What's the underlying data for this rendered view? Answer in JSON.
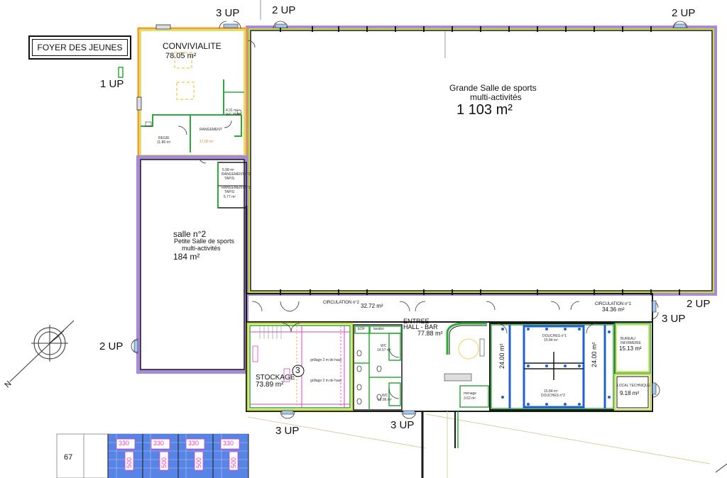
{
  "title_box": "FOYER DES JEUNES",
  "rooms": {
    "convivialite": {
      "name": "CONVIVIALITE",
      "area": "78.05 m²"
    },
    "grande_salle": {
      "name_line1": "Grande Salle de sports",
      "name_line2": "multi-activités",
      "area": "1 103 m²"
    },
    "salle2": {
      "name": "salle n°2",
      "line2": "Petite Salle de sports",
      "line3": "multi-activités",
      "area": "184 m²"
    },
    "circulation2": {
      "name": "CIRCULATION n°2",
      "area": "32.72 m²"
    },
    "circulation1": {
      "name": "CIRCULATION n°1",
      "area": "34.36 m²"
    },
    "entree": {
      "name_line1": "ENTREE",
      "name_line2": "HALL - BAR",
      "area": "77.88 m²"
    },
    "stockage": {
      "name": "STOCKAGE",
      "area": "73.89 m²"
    },
    "bureau": {
      "name_line1": "BUREAU",
      "name_line2": "INFIRMERIE",
      "area": "15.13 m²"
    },
    "local_technique": {
      "name": "LOCAL TECHNIQUE",
      "area": "9.18 m²"
    },
    "vestiaire_a": {
      "area": "24.00 m²"
    },
    "vestiaire_b": {
      "area": "24.00 m²"
    },
    "douches1": {
      "name": "DOUCHES n°1",
      "area": "15.84 m²"
    },
    "douches2": {
      "name": "DOUCHES n°2",
      "area": "15.84 m²"
    },
    "regie": {
      "name": "REGIE",
      "area": "11.86 m²"
    },
    "rangement": {
      "name": "RANGEMENT",
      "area": "17.00 m²"
    },
    "rangement2": {
      "name": "RANGEMENT n°2",
      "sub": "TAPIS",
      "area": "5.98 m²"
    },
    "rangement1": {
      "name": "RANGEMENT n°1",
      "sub": "TAPIS",
      "area": "5.77 m²"
    },
    "wc_pmr": {
      "name": "WC PMR",
      "area": "4.31 m²"
    },
    "wc_a": {
      "name": "WC",
      "area": "14.57 m²"
    },
    "wc_b": {
      "name": "WC",
      "area": "12.86 m²"
    },
    "menage": {
      "name": "ménage",
      "area": "3.62 m²"
    },
    "edf": {
      "name": "EDF"
    },
    "lavabo": {
      "name": "lavabo"
    }
  },
  "exits": [
    {
      "label": "3 UP"
    },
    {
      "label": "2 UP"
    },
    {
      "label": "2 UP"
    },
    {
      "label": "1 UP"
    },
    {
      "label": "2 UP"
    },
    {
      "label": "2 UP"
    },
    {
      "label": "3 UP"
    },
    {
      "label": "3 UP"
    },
    {
      "label": "3 UP"
    }
  ],
  "stockage_notes": {
    "grillage1": "grillage 2 m de haut",
    "grillage2": "grillage 2 m de haut",
    "badge": "3"
  },
  "parking": {
    "count_label": "67",
    "widths": [
      "330",
      "330",
      "330",
      "330"
    ],
    "lengths": [
      "500",
      "500",
      "500",
      "500"
    ]
  },
  "colors": {
    "wall": "#1a1a1a",
    "outer_purple": "#a78bd8",
    "yellow_green": "#c8dc3c",
    "orange": "#f0a020",
    "green": "#2eaa3a",
    "blue": "#2060d0",
    "magenta": "#e040c0",
    "parking_blue": "#3b6fe0"
  }
}
